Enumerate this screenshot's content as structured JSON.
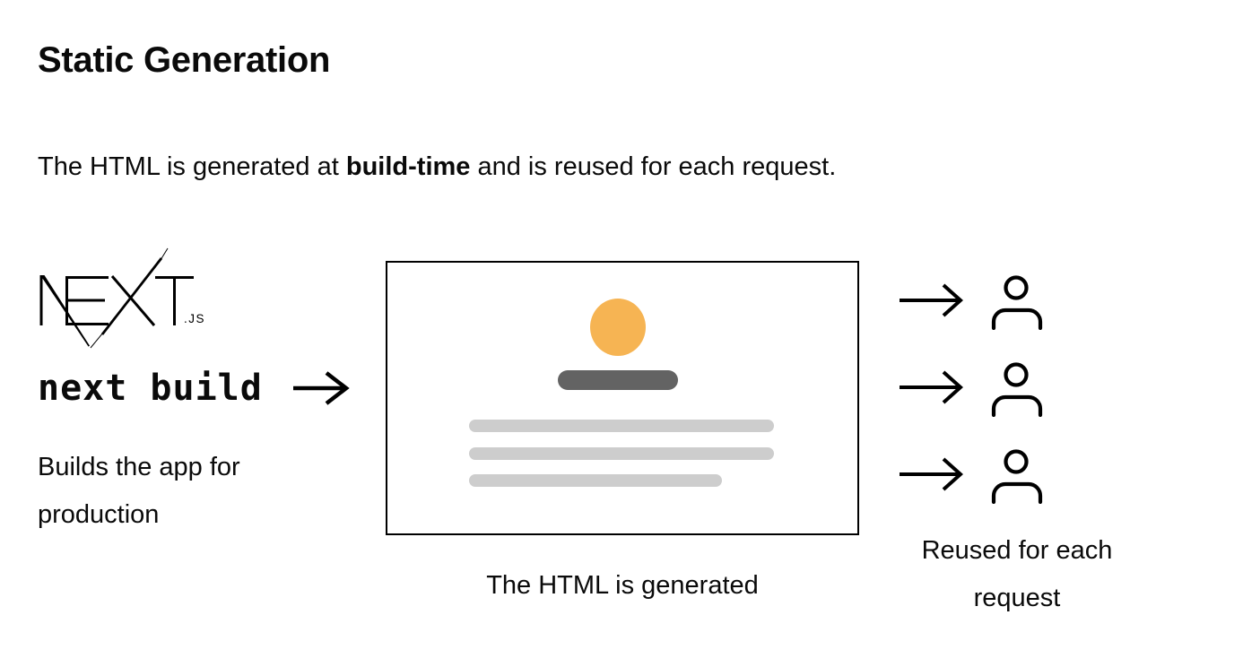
{
  "title": "Static Generation",
  "intro": {
    "before": "The HTML is generated at ",
    "bold": "build-time",
    "after": " and is reused for each request."
  },
  "build_step": {
    "logo_suffix": ".JS",
    "command": "next build",
    "caption": "Builds the app for production"
  },
  "preview": {
    "caption": "The HTML is generated"
  },
  "reuse": {
    "caption": "Reused for each request",
    "request_count": 3
  },
  "icons": {
    "nextjs_logo": "next-js-wordmark",
    "arrow": "arrow-right",
    "user": "person-outline"
  },
  "colors": {
    "ink": "#0A0A0A",
    "accent_orange": "#F6B453",
    "title_bar_gray": "#636363",
    "text_bar_gray": "#CDCDCD",
    "box_border": "#000000"
  }
}
